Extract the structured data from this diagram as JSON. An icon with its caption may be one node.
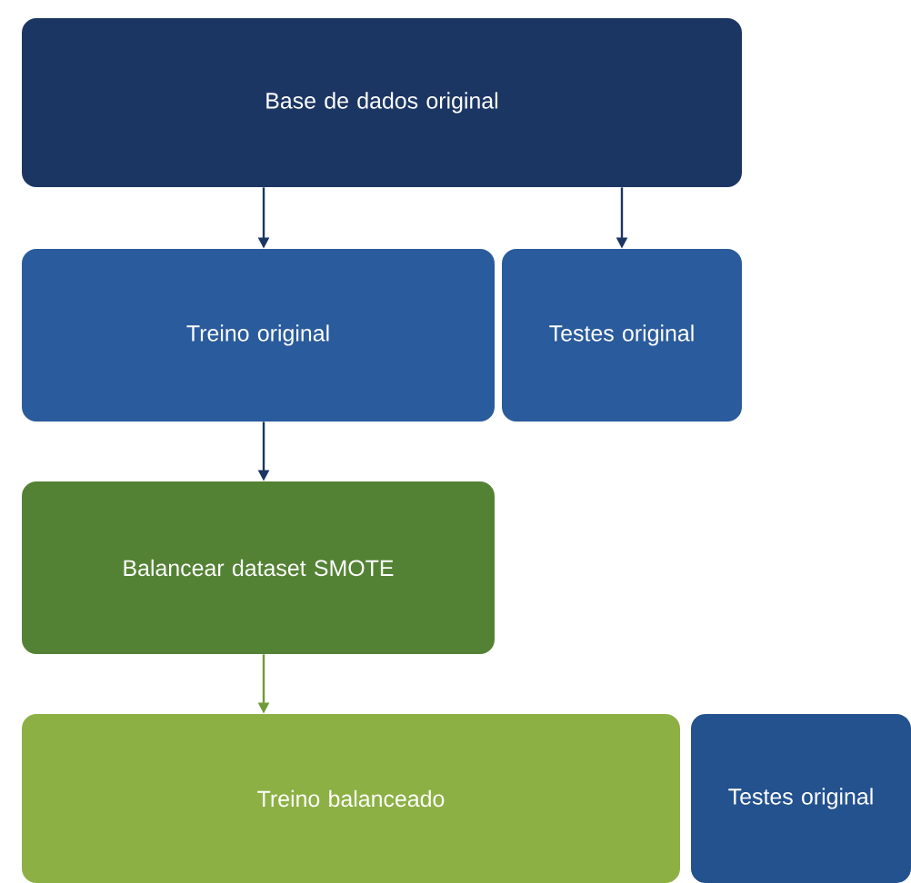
{
  "diagram": {
    "nodes": [
      {
        "text": [
          "Base de dados original"
        ]
      },
      {
        "text": [
          "Treino original"
        ]
      },
      {
        "text": [
          "Testes original"
        ]
      },
      {
        "text": [
          "Balancear dataset SMOTE"
        ]
      },
      {
        "text": [
          "Treino balanceado"
        ]
      },
      {
        "text": [
          "Testes original"
        ]
      }
    ],
    "edges": [
      {
        "from": 0,
        "to": 1,
        "arrow": "to"
      },
      {
        "from": 0,
        "to": 2,
        "arrow": "to"
      },
      {
        "from": 1,
        "to": 3,
        "arrow": "to"
      },
      {
        "from": 3,
        "to": 4,
        "arrow": "to",
        "color": "#6f9a3a"
      }
    ]
  }
}
